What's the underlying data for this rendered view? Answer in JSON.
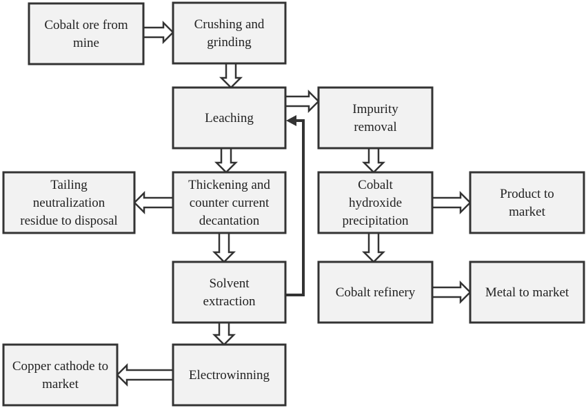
{
  "nodes": [
    {
      "id": "ore",
      "lines": [
        "Cobalt ore from",
        "mine"
      ]
    },
    {
      "id": "crush",
      "lines": [
        "Crushing and",
        "grinding"
      ]
    },
    {
      "id": "leach",
      "lines": [
        "Leaching"
      ]
    },
    {
      "id": "impurity",
      "lines": [
        "Impurity",
        "removal"
      ]
    },
    {
      "id": "tailing",
      "lines": [
        "Tailing",
        "neutralization",
        "residue to disposal"
      ]
    },
    {
      "id": "thicken",
      "lines": [
        "Thickening and",
        "counter current",
        "decantation"
      ]
    },
    {
      "id": "hydroxide",
      "lines": [
        "Cobalt",
        "hydroxide",
        "precipitation"
      ]
    },
    {
      "id": "product",
      "lines": [
        "Product to",
        "market"
      ]
    },
    {
      "id": "solvent",
      "lines": [
        "Solvent",
        "extraction"
      ]
    },
    {
      "id": "refinery",
      "lines": [
        "Cobalt refinery"
      ]
    },
    {
      "id": "metal",
      "lines": [
        "Metal to market"
      ]
    },
    {
      "id": "copper",
      "lines": [
        "Copper cathode to",
        "market"
      ]
    },
    {
      "id": "electro",
      "lines": [
        "Electrowinning"
      ]
    }
  ],
  "edges": [
    {
      "from": "ore",
      "to": "crush"
    },
    {
      "from": "crush",
      "to": "leach"
    },
    {
      "from": "leach",
      "to": "impurity"
    },
    {
      "from": "leach",
      "to": "thicken"
    },
    {
      "from": "impurity",
      "to": "hydroxide"
    },
    {
      "from": "thicken",
      "to": "tailing"
    },
    {
      "from": "thicken",
      "to": "solvent"
    },
    {
      "from": "hydroxide",
      "to": "product"
    },
    {
      "from": "hydroxide",
      "to": "refinery"
    },
    {
      "from": "refinery",
      "to": "metal"
    },
    {
      "from": "solvent",
      "to": "electro"
    },
    {
      "from": "electro",
      "to": "copper"
    },
    {
      "from": "solvent",
      "to": "leach",
      "style": "feedback"
    }
  ]
}
